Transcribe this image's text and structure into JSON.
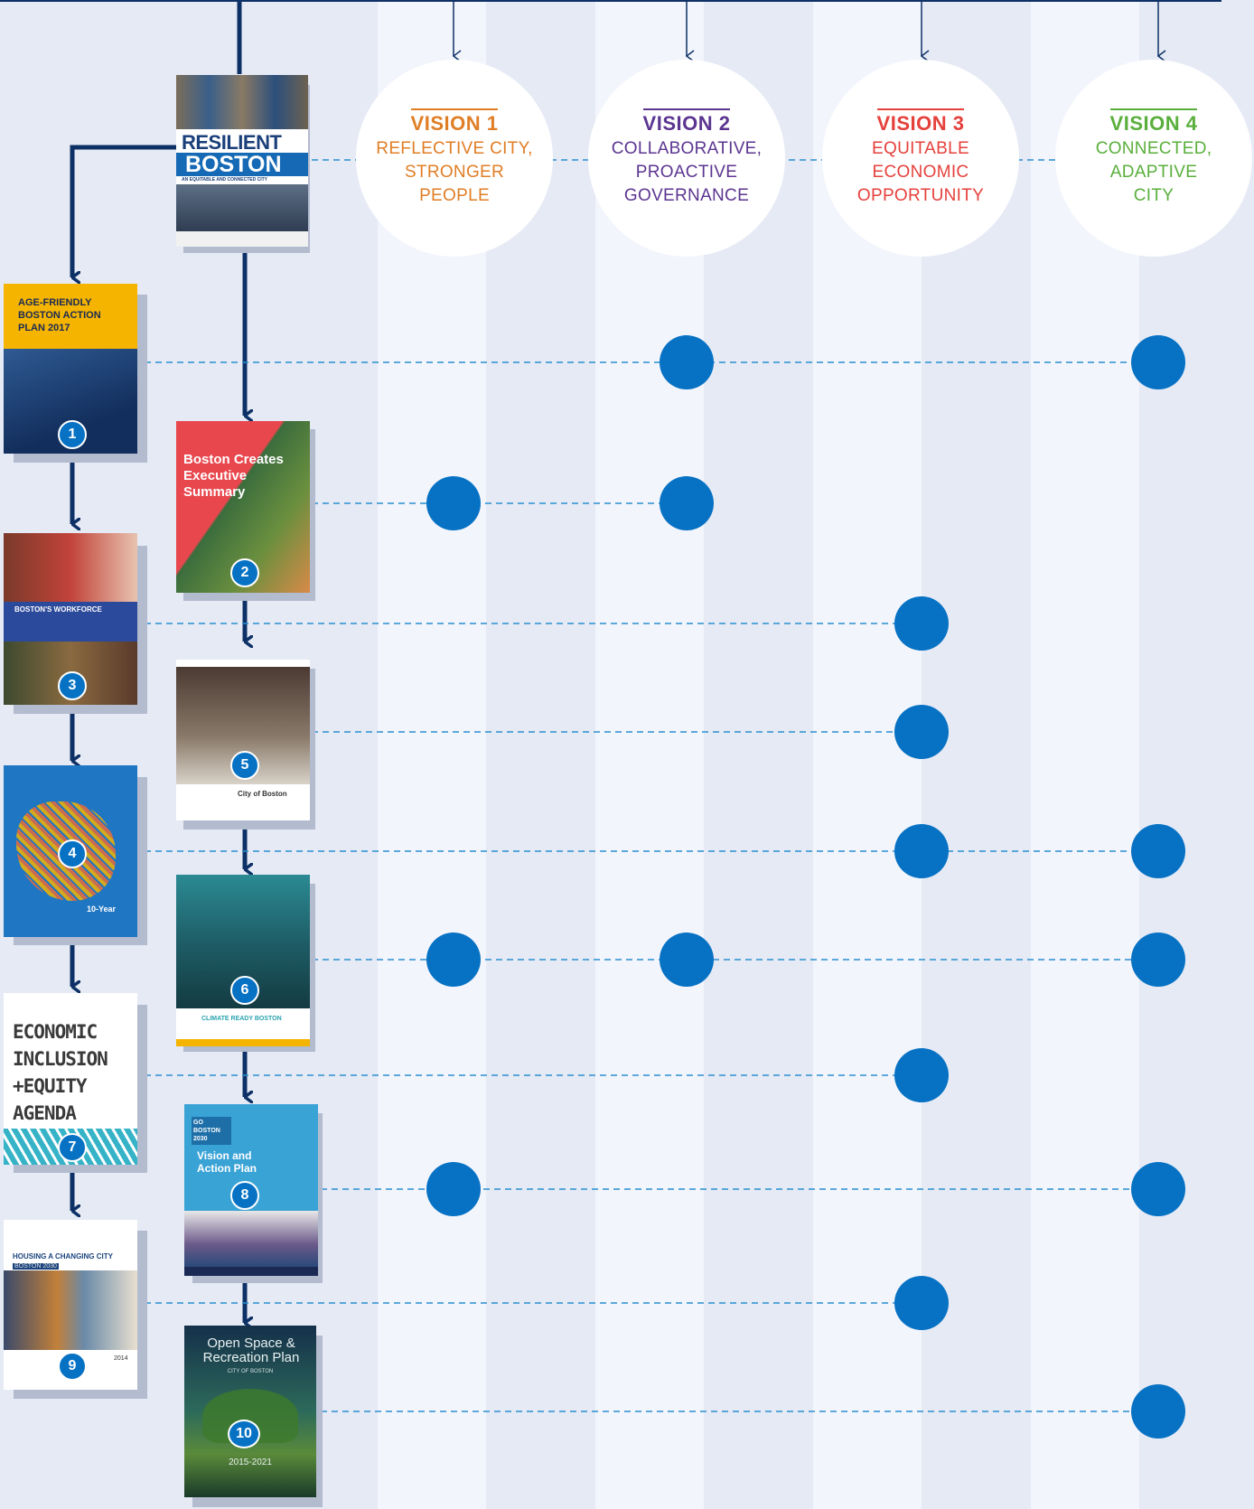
{
  "visions": [
    {
      "label": "VISION 1",
      "subtitle": [
        "REFLECTIVE CITY,",
        "STRONGER",
        "PEOPLE"
      ],
      "color": "#e07e26"
    },
    {
      "label": "VISION 2",
      "subtitle": [
        "COLLABORATIVE,",
        "PROACTIVE",
        "GOVERNANCE"
      ],
      "color": "#5c3591"
    },
    {
      "label": "VISION 3",
      "subtitle": [
        "EQUITABLE",
        "ECONOMIC",
        "OPPORTUNITY"
      ],
      "color": "#e5413c"
    },
    {
      "label": "VISION 4",
      "subtitle": [
        "CONNECTED,",
        "ADAPTIVE",
        "CITY"
      ],
      "color": "#5aaf3c"
    }
  ],
  "root_doc": {
    "title_line1": "RESILIENT",
    "title_line2": "BOSTON",
    "tagline": "AN EQUITABLE AND CONNECTED CITY"
  },
  "plans": [
    {
      "number": "1",
      "cover_title": "AGE-FRIENDLY BOSTON ACTION PLAN 2017",
      "visions": [
        2,
        4
      ]
    },
    {
      "number": "2",
      "cover_title": "Boston Creates Executive Summary",
      "visions": [
        1,
        2
      ]
    },
    {
      "number": "3",
      "cover_title": "BOSTON'S WORKFORCE",
      "visions": [
        3
      ]
    },
    {
      "number": "5",
      "cover_title": "City of Boston",
      "visions": [
        3
      ]
    },
    {
      "number": "4",
      "cover_title": "10-Year",
      "visions": [
        3,
        4
      ]
    },
    {
      "number": "6",
      "cover_title": "CLIMATE READY BOSTON",
      "visions": [
        1,
        2,
        4
      ]
    },
    {
      "number": "7",
      "cover_title": "ECONOMIC INCLUSION +EQUITY AGENDA",
      "visions": [
        3
      ]
    },
    {
      "number": "8",
      "cover_title": "Vision and Action Plan",
      "cover_tag": "GO BOSTON 2030",
      "visions": [
        1,
        4
      ]
    },
    {
      "number": "9",
      "cover_title": "HOUSING A CHANGING CITY",
      "cover_sub": "BOSTON 2030",
      "cover_year": "2014",
      "visions": [
        3
      ]
    },
    {
      "number": "10",
      "cover_title": "Open Space & Recreation Plan",
      "cover_sub": "CITY OF BOSTON",
      "cover_year": "2015-2021",
      "visions": [
        4
      ]
    }
  ]
}
